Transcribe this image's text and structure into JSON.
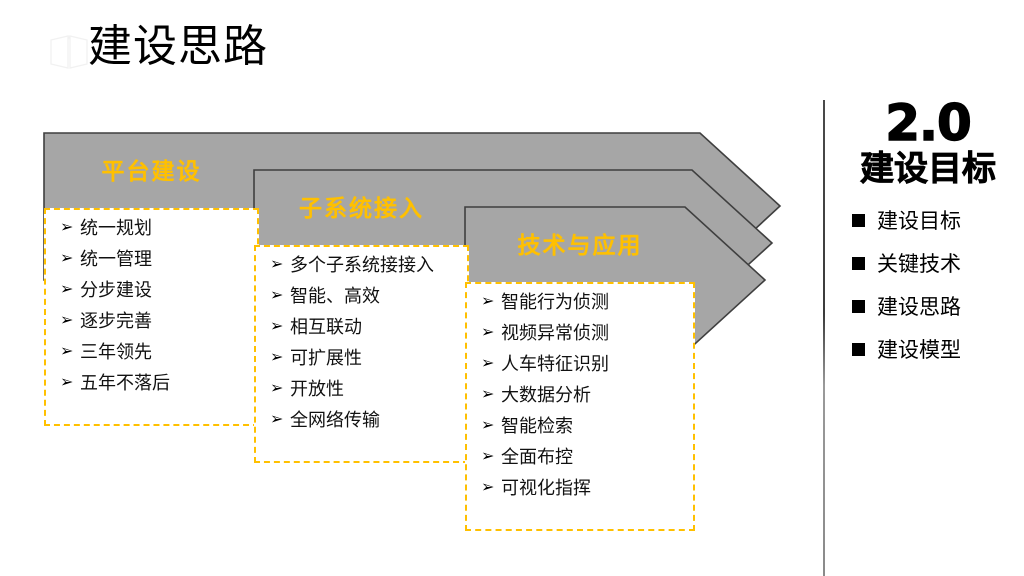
{
  "slide": {
    "title": "建设思路",
    "decor_icon": "open-book-icon",
    "colors": {
      "arrow_fill": "#A6A6A6",
      "arrow_stroke": "#3F3F3F",
      "accent_orange": "#FFC000",
      "text_black": "#000000",
      "background": "#FFFFFF"
    }
  },
  "flow": {
    "columns": [
      {
        "header": "平台建设",
        "items": [
          "统一规划",
          "统一管理",
          "分步建设",
          "逐步完善",
          "三年领先",
          "五年不落后"
        ]
      },
      {
        "header": "子系统接入",
        "items": [
          "多个子系统接接入",
          "智能、高效",
          "相互联动",
          "可扩展性",
          "开放性",
          "全网络传输"
        ]
      },
      {
        "header": "技术与应用",
        "items": [
          "智能行为侦测",
          "视频异常侦测",
          "人车特征识别",
          "大数据分析",
          "智能检索",
          "全面布控",
          "可视化指挥"
        ]
      }
    ],
    "bullet_glyph": "➢"
  },
  "sidebar": {
    "version": "2.0",
    "heading": "建设目标",
    "items": [
      {
        "label": "建设目标"
      },
      {
        "label": "关键技术"
      },
      {
        "label": "建设思路"
      },
      {
        "label": "建设模型"
      }
    ]
  }
}
